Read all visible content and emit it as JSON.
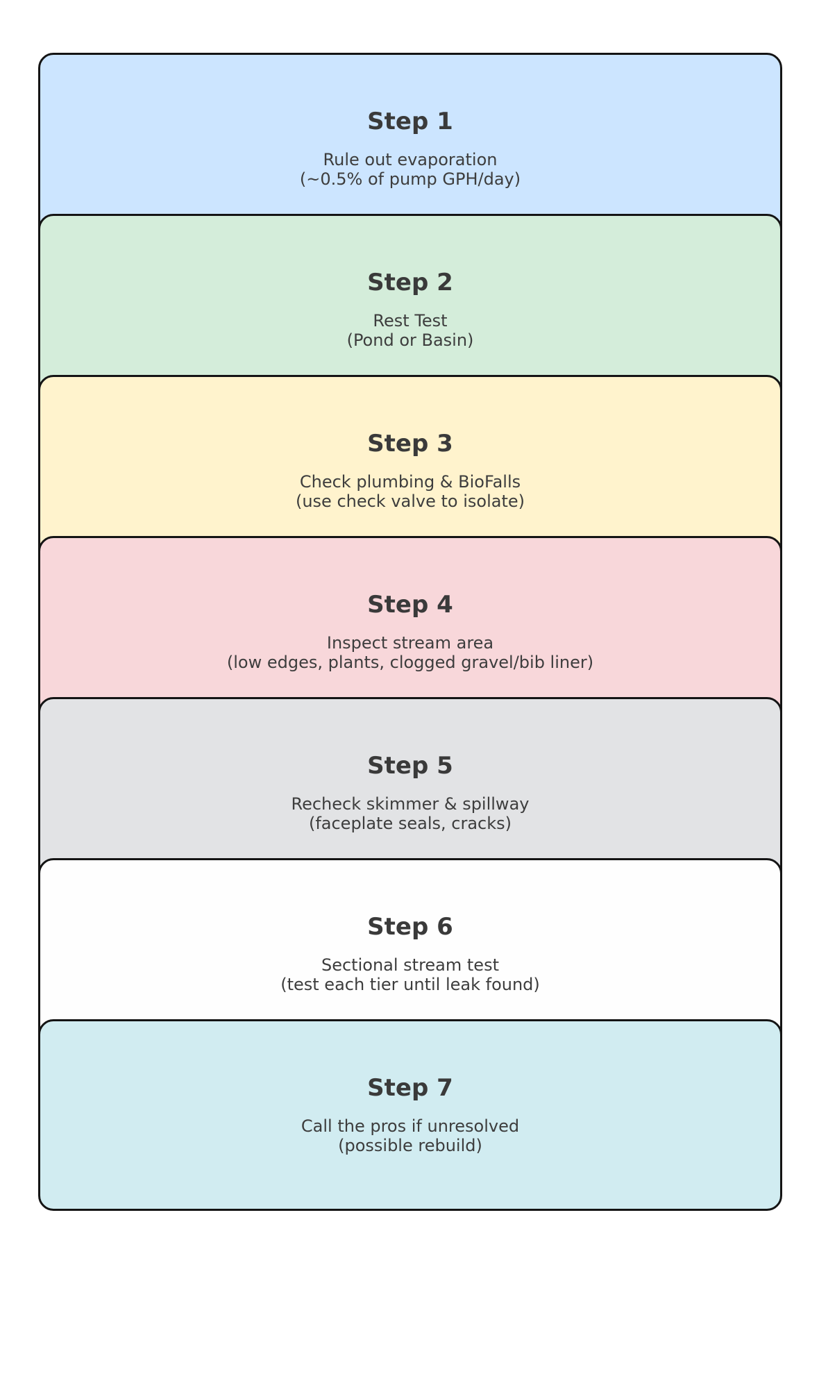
{
  "page": {
    "background_color": "#ffffff",
    "border_color": "#141414",
    "title_text_color": "#3a3a3a",
    "desc_text_color": "#3d3d3d"
  },
  "diagram": {
    "type": "step-flow",
    "steps": [
      {
        "label": "Step 1",
        "line1": "Rule out evaporation",
        "line2": "(~0.5% of pump GPH/day)",
        "color": "#cce5ff"
      },
      {
        "label": "Step 2",
        "line1": "Rest Test",
        "line2": "(Pond or Basin)",
        "color": "#d4edda"
      },
      {
        "label": "Step 3",
        "line1": "Check plumbing & BioFalls",
        "line2": "(use check valve to isolate)",
        "color": "#fff3cd"
      },
      {
        "label": "Step 4",
        "line1": "Inspect stream area",
        "line2": "(low edges, plants, clogged gravel/bib liner)",
        "color": "#f8d7da"
      },
      {
        "label": "Step 5",
        "line1": "Recheck skimmer & spillway",
        "line2": "(faceplate seals, cracks)",
        "color": "#e2e3e5"
      },
      {
        "label": "Step 6",
        "line1": "Sectional stream test",
        "line2": "(test each tier until leak found)",
        "color": "#fefefe"
      },
      {
        "label": "Step 7",
        "line1": "Call the pros if unresolved",
        "line2": "(possible rebuild)",
        "color": "#d1ecf1"
      }
    ]
  }
}
